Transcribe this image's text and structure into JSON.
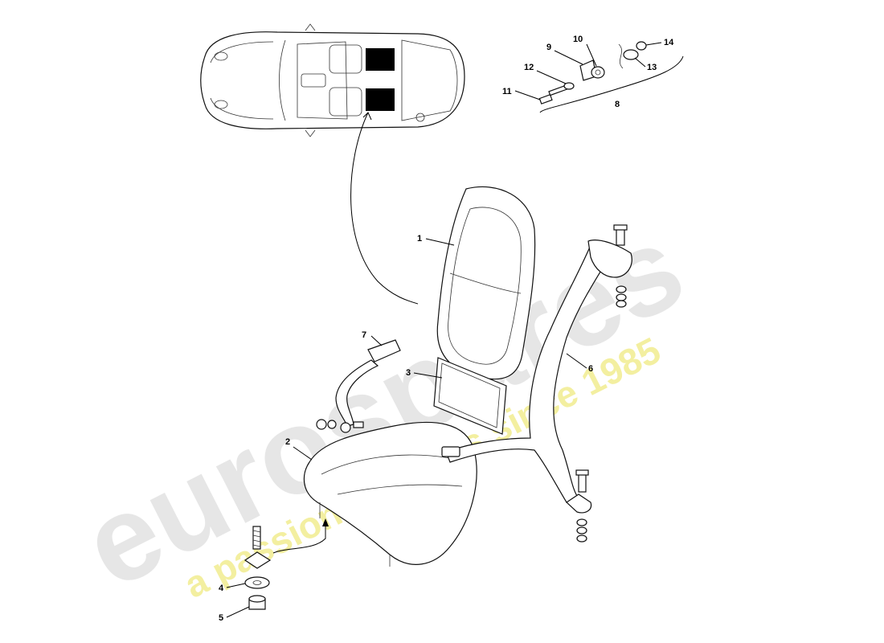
{
  "watermark": {
    "brand": "eurospares",
    "tagline": "a passion for parts since 1985",
    "brand_color": "#e4e4e4",
    "tagline_color": "#f1ee9a"
  },
  "callouts": {
    "p1": "1",
    "p2": "2",
    "p3": "3",
    "p4": "4",
    "p5": "5",
    "p6": "6",
    "p7": "7",
    "p8": "8",
    "p9": "9",
    "p10": "10",
    "p11": "11",
    "p12": "12",
    "p13": "13",
    "p14": "14"
  },
  "colors": {
    "line": "#000000",
    "seat_highlight": "#000000"
  }
}
